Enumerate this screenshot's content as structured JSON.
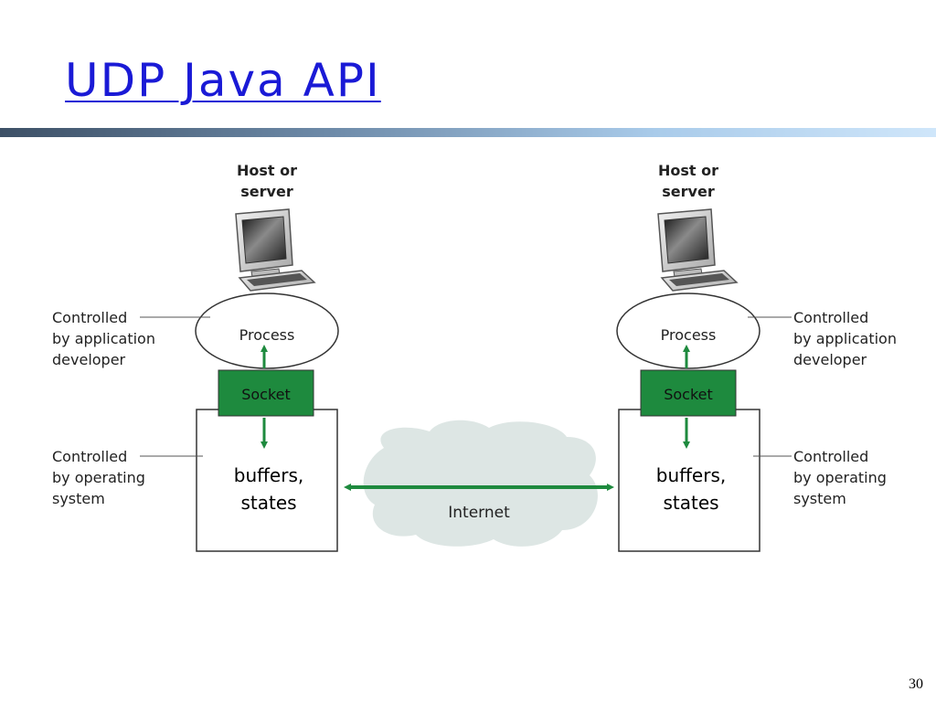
{
  "slide": {
    "title": "UDP Java API",
    "page_number": "30"
  },
  "colors": {
    "title": "#1a1ad6",
    "socket_fill": "#1e8a3e",
    "arrow": "#1e8a3e",
    "cloud": "#dde6e4"
  },
  "diagram": {
    "left_host": {
      "host_label_line1": "Host or",
      "host_label_line2": "server",
      "process_label": "Process",
      "socket_label": "Socket",
      "buffers_line1": "buffers,",
      "buffers_line2": "states",
      "app_note": [
        "Controlled",
        "by application",
        "developer"
      ],
      "os_note": [
        "Controlled",
        "by operating",
        "system"
      ]
    },
    "right_host": {
      "host_label_line1": "Host or",
      "host_label_line2": "server",
      "process_label": "Process",
      "socket_label": "Socket",
      "buffers_line1": "buffers,",
      "buffers_line2": "states",
      "app_note": [
        "Controlled",
        "by application",
        "developer"
      ],
      "os_note": [
        "Controlled",
        "by operating",
        "system"
      ]
    },
    "network_label": "Internet",
    "icons": [
      "computer-icon",
      "cloud-icon"
    ]
  }
}
